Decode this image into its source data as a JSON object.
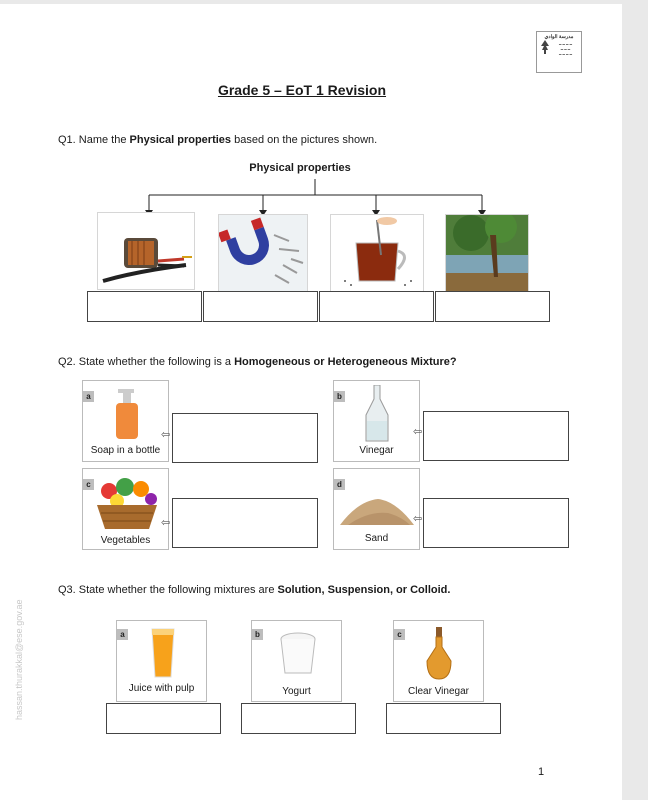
{
  "header": {
    "logo_text": "مدرسة الوادي",
    "title": "Grade 5 – EoT 1 Revision"
  },
  "q1": {
    "prefix": "Q1. Name the ",
    "bold": "Physical properties",
    "suffix": " based on the pictures shown.",
    "tree_label": "Physical properties"
  },
  "q2": {
    "prefix": "Q2. State whether the following is a ",
    "bold": "Homogeneous or Heterogeneous Mixture?",
    "items": [
      {
        "tag": "a",
        "caption": "Soap in a bottle"
      },
      {
        "tag": "b",
        "caption": "Vinegar"
      },
      {
        "tag": "c",
        "caption": "Vegetables"
      },
      {
        "tag": "d",
        "caption": "Sand"
      }
    ]
  },
  "q3": {
    "prefix": "Q3. State whether the following mixtures are ",
    "bold": "Solution, Suspension, or Colloid.",
    "items": [
      {
        "tag": "a",
        "caption": "Juice with pulp"
      },
      {
        "tag": "b",
        "caption": "Yogurt"
      },
      {
        "tag": "c",
        "caption": "Clear Vinegar"
      }
    ]
  },
  "footer": {
    "page_number": "1",
    "side_watermark": "hassan.thurakkal@ese.gov.ae"
  }
}
